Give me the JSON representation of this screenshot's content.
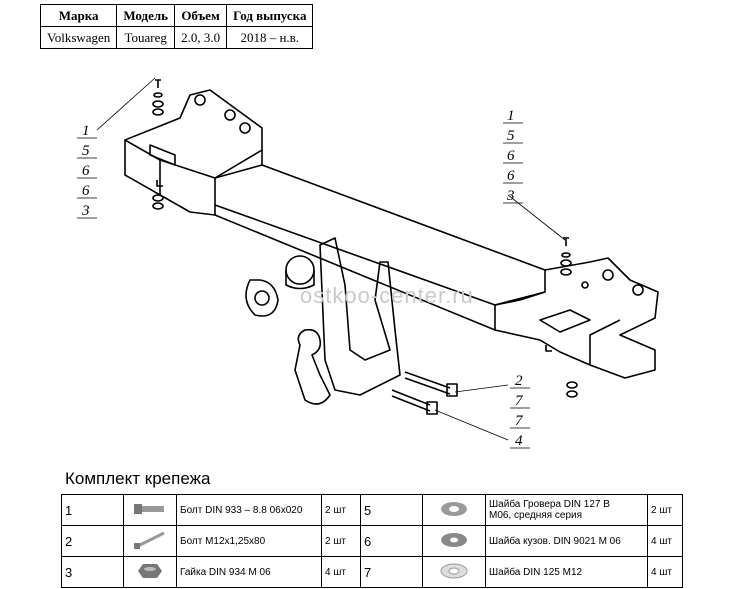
{
  "spec_table": {
    "headers": [
      "Марка",
      "Модель",
      "Объем",
      "Год выпуска"
    ],
    "row": [
      "Volkswagen",
      "Touareg",
      "2.0, 3.0",
      "2018 – н.в."
    ]
  },
  "drawing": {
    "labels_left": [
      "1",
      "5",
      "6",
      "6",
      "3"
    ],
    "labels_right": [
      "1",
      "5",
      "6",
      "6",
      "3"
    ],
    "labels_bottom": [
      "2",
      "7",
      "7",
      "4"
    ],
    "watermark": "ostkoo-center.ru"
  },
  "kit": {
    "title": "Комплект крепежа",
    "items": [
      {
        "num": "1",
        "icon": "bolt-icon",
        "name": "Болт DIN 933 – 8.8 06x020",
        "qty": "2 шт"
      },
      {
        "num": "2",
        "icon": "long-bolt-icon",
        "name": "Болт М12х1,25х80",
        "qty": "2 шт"
      },
      {
        "num": "3",
        "icon": "nut-icon",
        "name": "Гайка DIN 934 M 06",
        "qty": "4 шт"
      },
      {
        "num": "5",
        "icon": "spring-washer-icon",
        "name": "Шайба Гровера DIN 127 В\nМ06, средняя серия",
        "qty": "2 шт"
      },
      {
        "num": "6",
        "icon": "body-washer-icon",
        "name": "Шайба кузов. DIN 9021 M 06",
        "qty": "4 шт"
      },
      {
        "num": "7",
        "icon": "flat-washer-icon",
        "name": "Шайба DIN 125 M12",
        "qty": "4 шт"
      }
    ]
  }
}
